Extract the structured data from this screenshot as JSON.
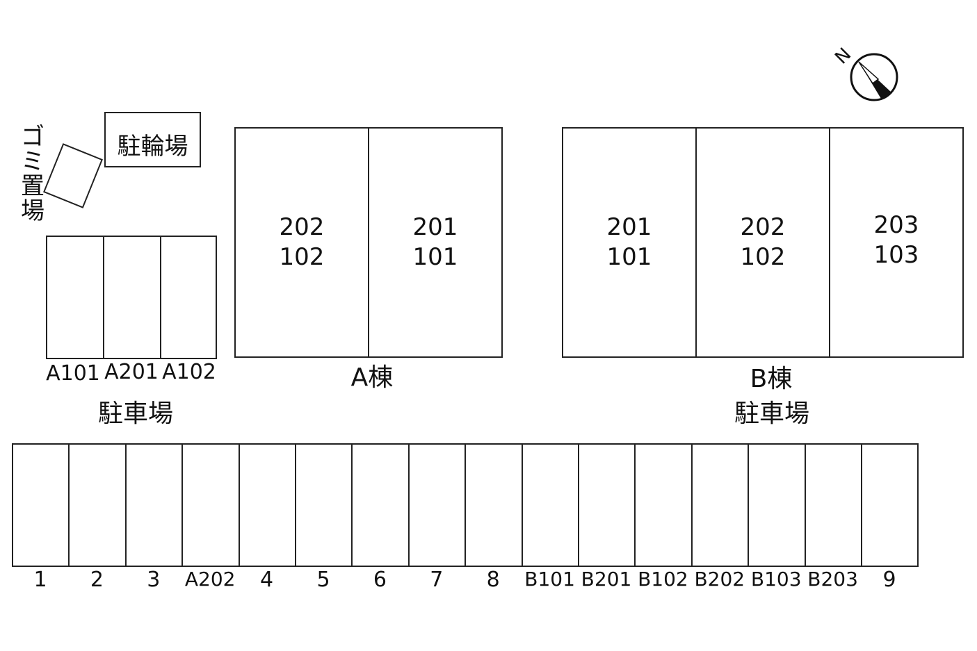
{
  "compass": {
    "label": "N",
    "icon": "north-arrow-icon"
  },
  "bicycle_parking": "駐輪場",
  "garbage_area": "ゴミ置場",
  "small_parking": {
    "slots": [
      "A101",
      "A201",
      "A102"
    ],
    "title": "駐車場"
  },
  "building_a": {
    "label": "A棟",
    "units": [
      {
        "upper": "202",
        "lower": "102"
      },
      {
        "upper": "201",
        "lower": "101"
      }
    ]
  },
  "building_b": {
    "label": "B棟",
    "units": [
      {
        "upper": "201",
        "lower": "101"
      },
      {
        "upper": "202",
        "lower": "102"
      },
      {
        "upper": "203",
        "lower": "103"
      }
    ]
  },
  "main_parking": {
    "title": "駐車場",
    "slots": [
      "1",
      "2",
      "3",
      "A202",
      "4",
      "5",
      "6",
      "7",
      "8",
      "B101",
      "B201",
      "B102",
      "B202",
      "B103",
      "B203",
      "9"
    ]
  }
}
